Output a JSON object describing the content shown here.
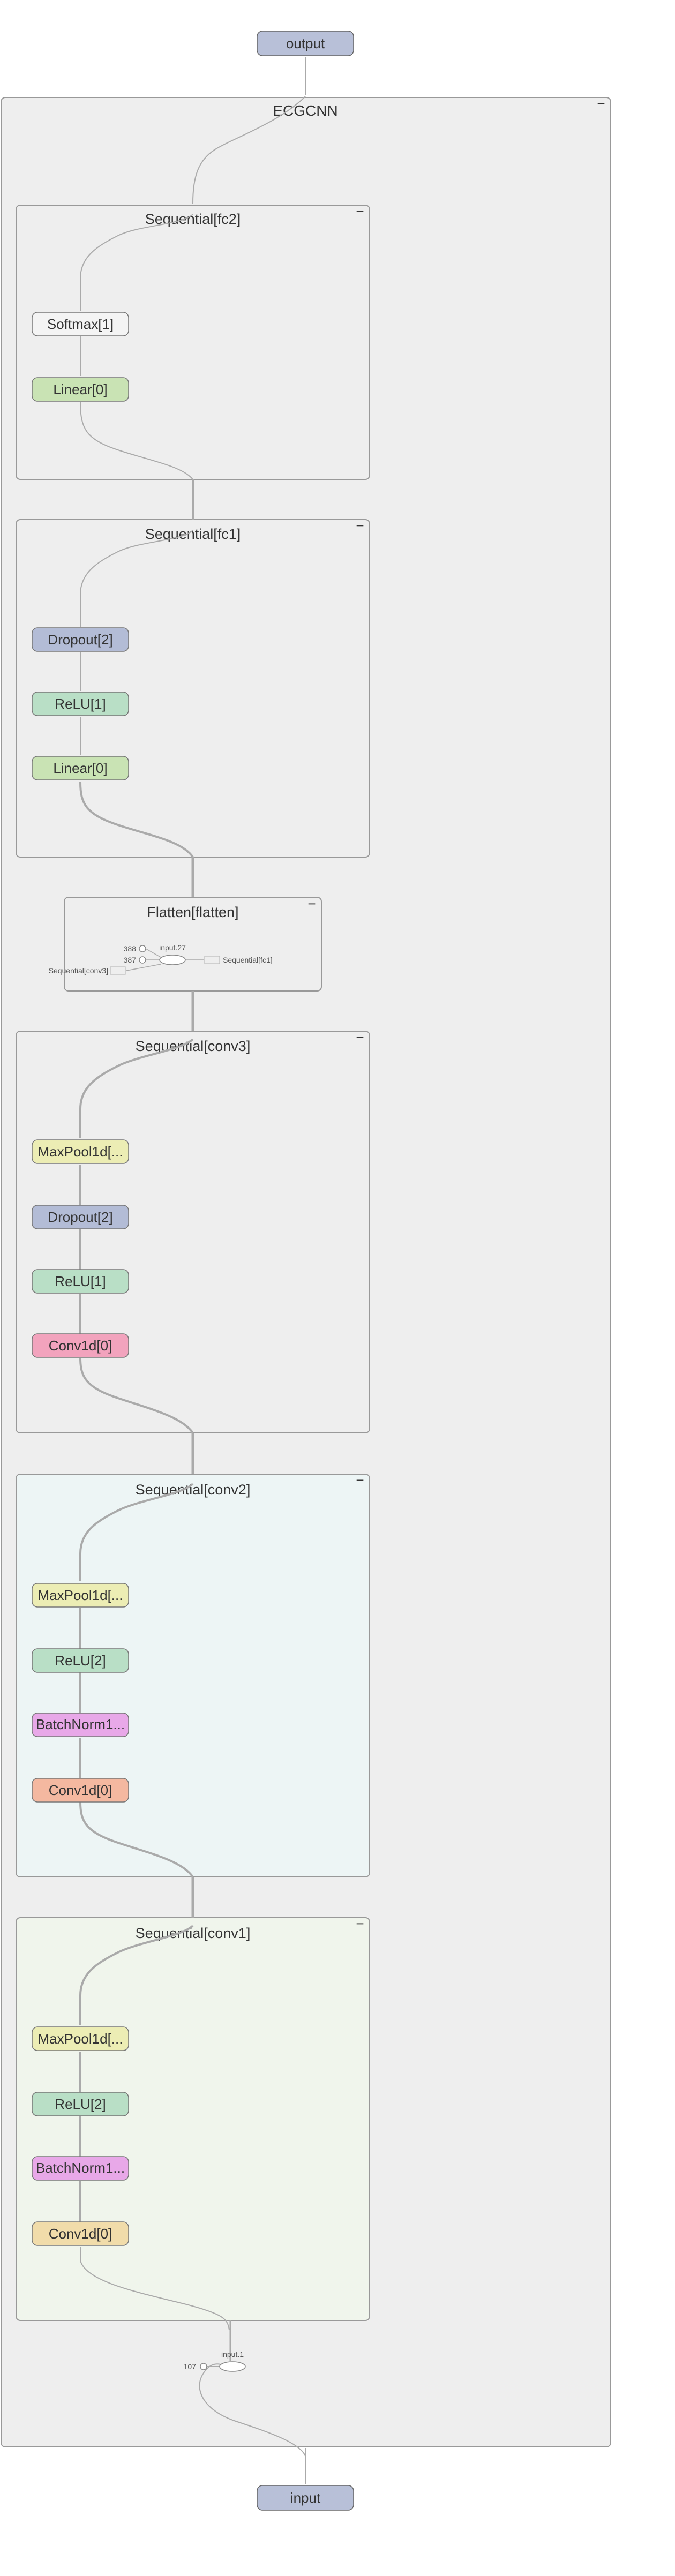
{
  "graph": {
    "output_label": "output",
    "input_label": "input",
    "root_title": "ECGCNN",
    "collapse_symbol": "−"
  },
  "fc2": {
    "title": "Sequential[fc2]",
    "nodes": [
      "Softmax[1]",
      "Linear[0]"
    ]
  },
  "fc1": {
    "title": "Sequential[fc1]",
    "nodes": [
      "Dropout[2]",
      "ReLU[1]",
      "Linear[0]"
    ]
  },
  "flatten": {
    "title": "Flatten[flatten]",
    "op_label": "input.27",
    "const_a": "388",
    "const_b": "387",
    "out_label": "Sequential[fc1]",
    "in_label": "Sequential[conv3]"
  },
  "conv3": {
    "title": "Sequential[conv3]",
    "nodes": [
      "MaxPool1d[...",
      "Dropout[2]",
      "ReLU[1]",
      "Conv1d[0]"
    ]
  },
  "conv2": {
    "title": "Sequential[conv2]",
    "nodes": [
      "MaxPool1d[...",
      "ReLU[2]",
      "BatchNorm1...",
      "Conv1d[0]"
    ]
  },
  "conv1": {
    "title": "Sequential[conv1]",
    "nodes": [
      "MaxPool1d[...",
      "ReLU[2]",
      "BatchNorm1...",
      "Conv1d[0]"
    ]
  },
  "input_op": {
    "op_label": "input.1",
    "const": "107"
  },
  "colors": {
    "io_fill": "#b8c0d8",
    "linear_fill": "#c9e3b4",
    "softmax_fill": "#f4f4f4",
    "dropout_fill": "#b3bcd6",
    "relu_fill": "#b9dfc6",
    "maxpool_fill": "#ecedb4",
    "conv3_fill": "#f2a3bd",
    "batchnorm_fill": "#e8a8e8",
    "conv2_fill": "#f4b8a0",
    "conv1_fill": "#f1dcaa",
    "conv2_group_bg": "#edf5f5",
    "conv1_group_bg": "#f0f5ec",
    "default_group_bg": "#eeeeee"
  }
}
